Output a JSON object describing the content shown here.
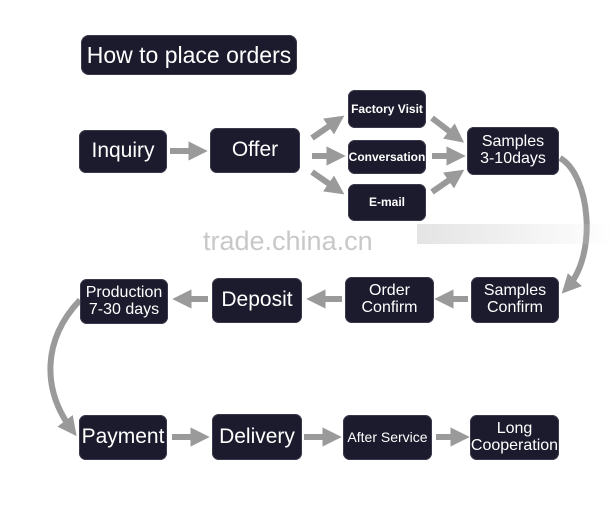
{
  "title": "How to place orders",
  "watermark": "trade.china.cn",
  "steps": {
    "inquiry": "Inquiry",
    "offer": "Offer",
    "factory_visit": "Factory Visit",
    "conversation": "Conversation",
    "email": "E-mail",
    "samples_days": "Samples\n3-10days",
    "samples_confirm": "Samples\nConfirm",
    "order_confirm": "Order\nConfirm",
    "deposit": "Deposit",
    "production": "Production\n7-30 days",
    "payment": "Payment",
    "delivery": "Delivery",
    "after_service": "After Service",
    "long_cooperation": "Long\nCooperation"
  },
  "colors": {
    "box": "#1c1b2d",
    "arrow": "#9a9a9a",
    "text": "#ffffff"
  }
}
